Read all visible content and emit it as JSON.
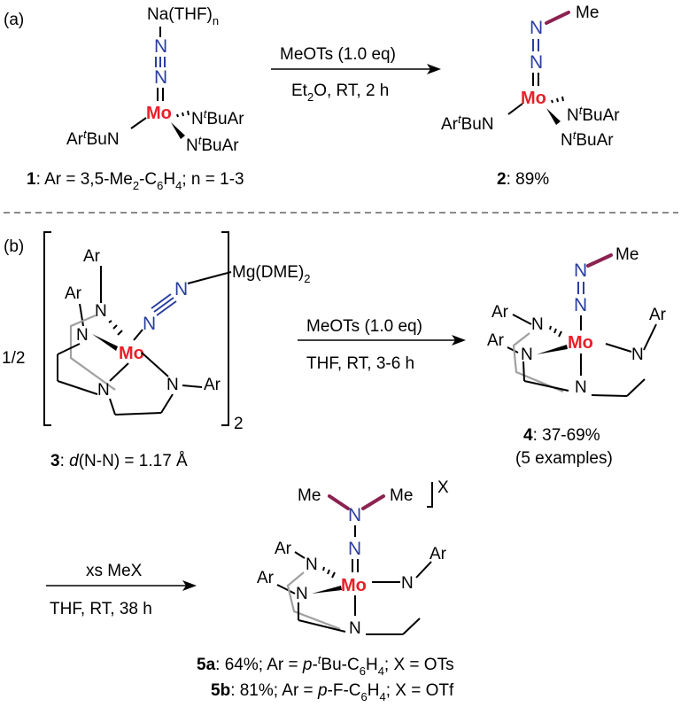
{
  "panel_a": {
    "label": "(a)",
    "c1": {
      "na": "Na(THF)",
      "na_sub": "n",
      "left_ligand_pre": "Ar",
      "left_ligand_sup": "t",
      "left_ligand_post": "BuN",
      "right1_pre": "N",
      "right1_sup": "t",
      "right1_post": "BuAr",
      "right2_pre": "N",
      "right2_sup": "t",
      "right2_post": "BuAr"
    },
    "arrow_top": "MeOTs (1.0 eq)",
    "arrow_bottom_pre": "Et",
    "arrow_bottom_sub": "2",
    "arrow_bottom_post": "O, RT, 2 h",
    "c1_caption_num": "1",
    "c1_caption_a": ": Ar = 3,5-Me",
    "c1_caption_s1": "2",
    "c1_caption_b": "-C",
    "c1_caption_s2": "6",
    "c1_caption_c": "H",
    "c1_caption_s3": "4",
    "c1_caption_d": "; n = 1-3",
    "c2_caption_num": "2",
    "c2_caption_rest": ": 89%"
  },
  "panel_b": {
    "label": "(b)",
    "half": "1/2",
    "mg_pre": "Mg(DME)",
    "mg_sub": "2",
    "bracket_sub": "2",
    "arrow1_top": "MeOTs (1.0 eq)",
    "arrow1_bottom": "THF, RT, 3-6 h",
    "c3_caption_num": "3",
    "c3_caption_colon": ": ",
    "c3_caption_italic": "d",
    "c3_caption_rest": "(N-N) = 1.17 Å",
    "c4_caption_num": "4",
    "c4_caption_rest": ": 37-69%",
    "c4_caption_line2": "(5 examples)",
    "arrow2_top": "xs MeX",
    "arrow2_bottom": "THF, RT, 38 h",
    "c5_x": "X",
    "c5a_num": "5a",
    "c5a_a": ": 64%; Ar = ",
    "c5a_p": "p",
    "c5a_b": "-",
    "c5a_sup": "t",
    "c5a_c": "Bu-C",
    "c5a_sub1": "6",
    "c5a_d": "H",
    "c5a_sub2": "4",
    "c5a_e": "; X = OTs",
    "c5b_num": "5b",
    "c5b_a": ": 81%; Ar = ",
    "c5b_p": "p",
    "c5b_b": "-F-C",
    "c5b_sub1": "6",
    "c5b_c": "H",
    "c5b_sub2": "4",
    "c5b_d": "; X = OTf"
  },
  "atoms": {
    "mo": "Mo",
    "n": "N",
    "me": "Me",
    "ar": "Ar"
  },
  "colors": {
    "metal": "#e8202a",
    "dinitrogen": "#2a3fa0",
    "methyl_bond": "#8b2250",
    "backbone": "#a0a0a0"
  }
}
